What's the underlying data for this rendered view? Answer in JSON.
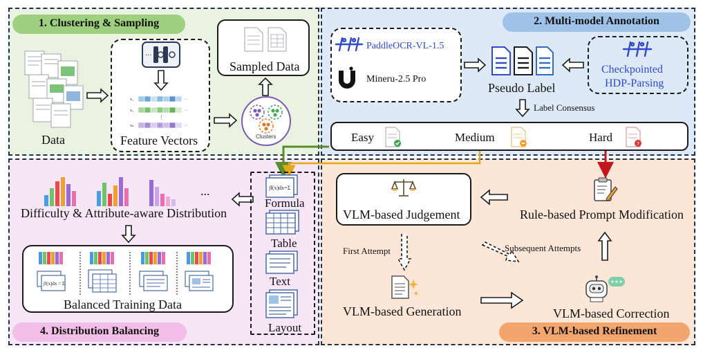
{
  "panel1": {
    "title": "1. Clustering & Sampling",
    "data_label": "Data",
    "feature_vectors_label": "Feature Vectors",
    "sampled_data_label": "Sampled Data",
    "clusters_label": "Clusters"
  },
  "panel2": {
    "title": "2. Multi-model Annotation",
    "paddle_label": "PaddleOCR-VL-1.5",
    "mineru_label": "Mineru-2.5 Pro",
    "pseudo_label": "Pseudo Label",
    "checkpointed_line1": "Checkpointed",
    "checkpointed_line2": "HDP-Parsing",
    "label_consensus": "Label Consensus",
    "easy": "Easy",
    "medium": "Medium",
    "hard": "Hard"
  },
  "panel3": {
    "title": "3. VLM-based Refinement",
    "judgement": "VLM-based Judgement",
    "prompt_mod": "Rule-based Prompt Modification",
    "first_attempt": "First Attempt",
    "subsequent_attempts": "Subsequent Attempts",
    "generation": "VLM-based Generation",
    "correction": "VLM-based Correction"
  },
  "panel4": {
    "title": "4. Distribution Balancing",
    "distribution": "Difficulty & Attribute-aware Distribution",
    "ellipsis": "...",
    "balanced": "Balanced Training Data",
    "formula": "Formula",
    "table": "Table",
    "text": "Text",
    "layout": "Layout"
  },
  "colors": {
    "panel1_bg": "#eaf3e1",
    "panel2_bg": "#dde9f6",
    "panel3_bg": "#fbe6d8",
    "panel4_bg": "#f7e6f6",
    "pill1": "#9fd07f",
    "pill2": "#9fc3e8",
    "pill3": "#f2a56e",
    "pill4": "#f3bfe8",
    "brand_blue": "#2f49c9"
  }
}
